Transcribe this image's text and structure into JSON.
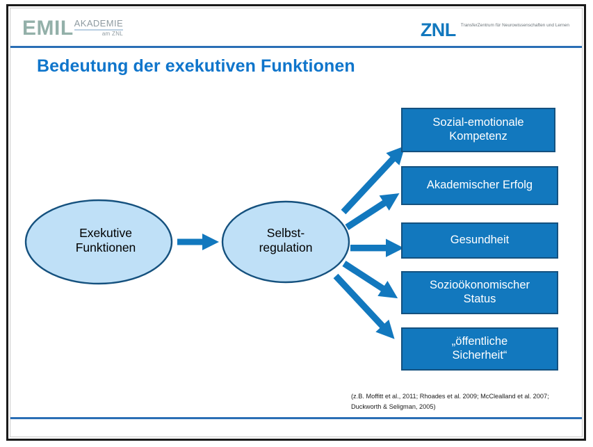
{
  "slide": {
    "title": "Bedeutung der exekutiven Funktionen",
    "title_color": "#0f75cb",
    "accent_rule_color": "#2a6eb5",
    "background": "#ffffff"
  },
  "header": {
    "emil_logo": {
      "word": "EMIL",
      "word_color": "#93b0a9",
      "akademie": "AKADEMIE",
      "am_znl": "am ZNL",
      "sub_color": "#8e9aa0"
    },
    "znl_logo": {
      "word": "ZNL",
      "word_color": "#1278be",
      "tagline": "TransferZentrum\nfür Neurowissenschaften\nund Lernen",
      "tagline_color": "#6a7378"
    }
  },
  "diagram": {
    "ellipse_fill": "#bfe0f7",
    "ellipse_stroke": "#15517e",
    "box_fill": "#1278be",
    "box_stroke": "#14517f",
    "box_text_color": "#ffffff",
    "arrow_color": "#1278be",
    "nodes": [
      {
        "id": "exekutive-funktionen",
        "shape": "ellipse",
        "label": "Exekutive\nFunktionen"
      },
      {
        "id": "selbstregulation",
        "shape": "ellipse",
        "label": "Selbst-\nregulation"
      }
    ],
    "outcomes": [
      {
        "id": "sozial-emotionale-kompetenz",
        "label": "Sozial-emotionale\nKompetenz"
      },
      {
        "id": "akademischer-erfolg",
        "label": "Akademischer Erfolg"
      },
      {
        "id": "gesundheit",
        "label": "Gesundheit"
      },
      {
        "id": "soziooekonomischer-status",
        "label": "Sozioökonomischer\nStatus"
      },
      {
        "id": "oeffentliche-sicherheit",
        "label": "„öffentliche\nSicherheit“"
      }
    ],
    "arrows": [
      {
        "id": "arrow-ef-to-sr",
        "from": "exekutive-funktionen",
        "to": "selbstregulation"
      },
      {
        "id": "arrow-sr-to-sozial-emotionale-kompetenz",
        "from": "selbstregulation",
        "to": "sozial-emotionale-kompetenz"
      },
      {
        "id": "arrow-sr-to-akademischer-erfolg",
        "from": "selbstregulation",
        "to": "akademischer-erfolg"
      },
      {
        "id": "arrow-sr-to-gesundheit",
        "from": "selbstregulation",
        "to": "gesundheit"
      },
      {
        "id": "arrow-sr-to-soziooekonomischer-status",
        "from": "selbstregulation",
        "to": "soziooekonomischer-status"
      },
      {
        "id": "arrow-sr-to-oeffentliche-sicherheit",
        "from": "selbstregulation",
        "to": "oeffentliche-sicherheit"
      }
    ]
  },
  "citation": "(z.B. Moffitt et al., 2011; Rhoades et al. 2009; McClealland et al. 2007;\nDuckworth & Seligman, 2005)"
}
